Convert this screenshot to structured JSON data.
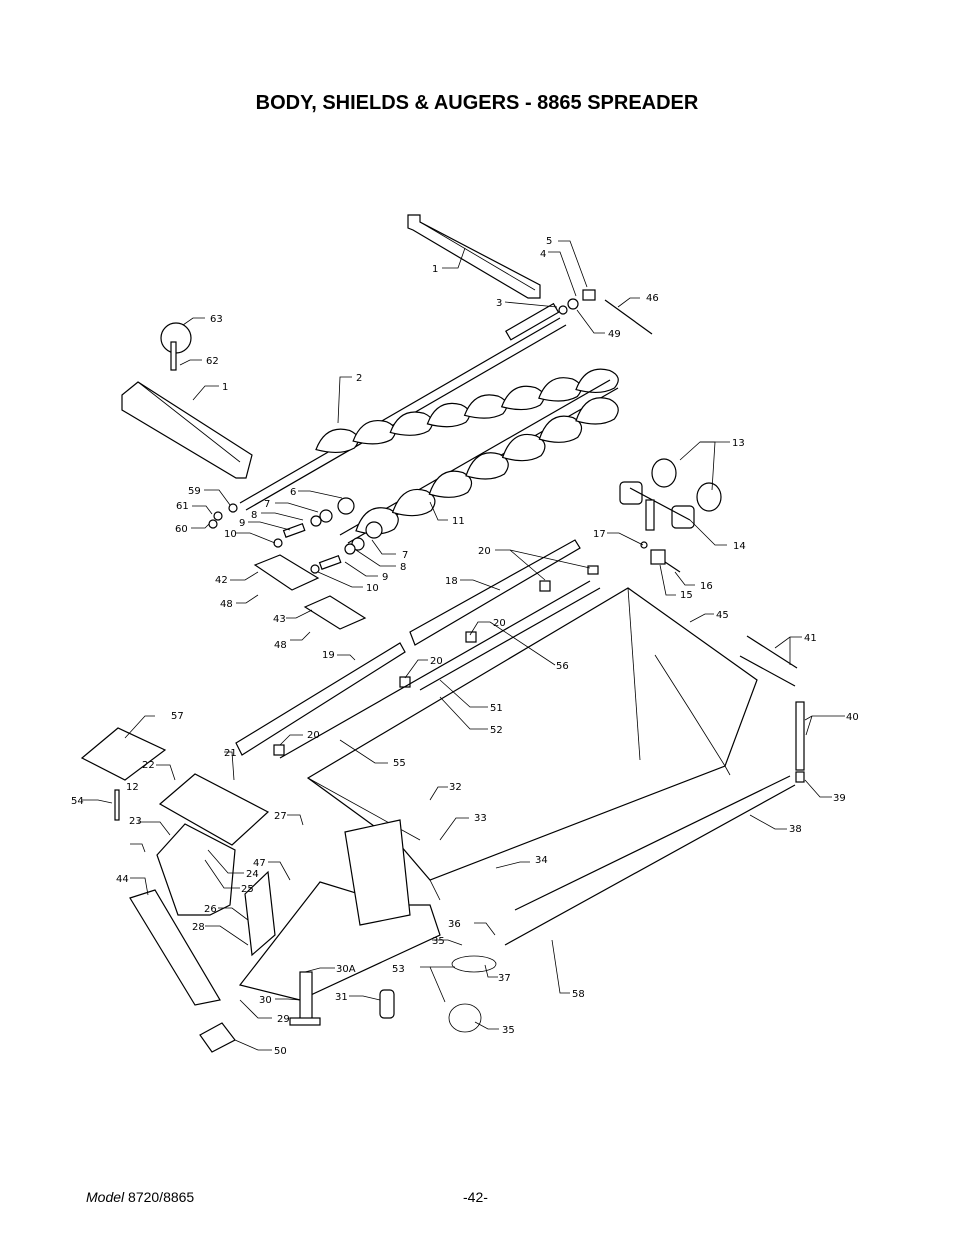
{
  "title": "BODY, SHIELDS & AUGERS - 8865 SPREADER",
  "footer": {
    "model_prefix": "Model ",
    "model_value": "8720/8865",
    "page": "-42-"
  },
  "part_labels": [
    {
      "id": "1a",
      "text": "1"
    },
    {
      "id": "1b",
      "text": "1"
    },
    {
      "id": "2",
      "text": "2"
    },
    {
      "id": "3",
      "text": "3"
    },
    {
      "id": "4",
      "text": "4"
    },
    {
      "id": "5",
      "text": "5"
    },
    {
      "id": "6",
      "text": "6"
    },
    {
      "id": "7a",
      "text": "7"
    },
    {
      "id": "7b",
      "text": "7"
    },
    {
      "id": "8a",
      "text": "8"
    },
    {
      "id": "8b",
      "text": "8"
    },
    {
      "id": "9a",
      "text": "9"
    },
    {
      "id": "9b",
      "text": "9"
    },
    {
      "id": "10a",
      "text": "10"
    },
    {
      "id": "10b",
      "text": "10"
    },
    {
      "id": "11",
      "text": "11"
    },
    {
      "id": "12",
      "text": "12"
    },
    {
      "id": "13",
      "text": "13"
    },
    {
      "id": "14",
      "text": "14"
    },
    {
      "id": "15",
      "text": "15"
    },
    {
      "id": "16",
      "text": "16"
    },
    {
      "id": "17",
      "text": "17"
    },
    {
      "id": "18",
      "text": "18"
    },
    {
      "id": "19",
      "text": "19"
    },
    {
      "id": "20a",
      "text": "20"
    },
    {
      "id": "20b",
      "text": "20"
    },
    {
      "id": "20c",
      "text": "20"
    },
    {
      "id": "20d",
      "text": "20"
    },
    {
      "id": "21",
      "text": "21"
    },
    {
      "id": "22",
      "text": "22"
    },
    {
      "id": "23",
      "text": "23"
    },
    {
      "id": "24",
      "text": "24"
    },
    {
      "id": "25",
      "text": "25"
    },
    {
      "id": "26",
      "text": "26"
    },
    {
      "id": "27",
      "text": "27"
    },
    {
      "id": "28",
      "text": "28"
    },
    {
      "id": "29",
      "text": "29"
    },
    {
      "id": "30",
      "text": "30"
    },
    {
      "id": "30A",
      "text": "30A"
    },
    {
      "id": "31",
      "text": "31"
    },
    {
      "id": "32",
      "text": "32"
    },
    {
      "id": "33",
      "text": "33"
    },
    {
      "id": "34",
      "text": "34"
    },
    {
      "id": "35a",
      "text": "35"
    },
    {
      "id": "35b",
      "text": "35"
    },
    {
      "id": "36",
      "text": "36"
    },
    {
      "id": "37",
      "text": "37"
    },
    {
      "id": "38",
      "text": "38"
    },
    {
      "id": "39",
      "text": "39"
    },
    {
      "id": "40",
      "text": "40"
    },
    {
      "id": "41",
      "text": "41"
    },
    {
      "id": "42",
      "text": "42"
    },
    {
      "id": "43",
      "text": "43"
    },
    {
      "id": "44",
      "text": "44"
    },
    {
      "id": "45",
      "text": "45"
    },
    {
      "id": "46",
      "text": "46"
    },
    {
      "id": "47",
      "text": "47"
    },
    {
      "id": "48a",
      "text": "48"
    },
    {
      "id": "48b",
      "text": "48"
    },
    {
      "id": "49",
      "text": "49"
    },
    {
      "id": "50",
      "text": "50"
    },
    {
      "id": "51",
      "text": "51"
    },
    {
      "id": "52",
      "text": "52"
    },
    {
      "id": "53",
      "text": "53"
    },
    {
      "id": "54",
      "text": "54"
    },
    {
      "id": "55",
      "text": "55"
    },
    {
      "id": "56",
      "text": "56"
    },
    {
      "id": "57",
      "text": "57"
    },
    {
      "id": "58",
      "text": "58"
    },
    {
      "id": "59",
      "text": "59"
    },
    {
      "id": "60",
      "text": "60"
    },
    {
      "id": "61",
      "text": "61"
    },
    {
      "id": "62",
      "text": "62"
    },
    {
      "id": "63",
      "text": "63"
    }
  ]
}
